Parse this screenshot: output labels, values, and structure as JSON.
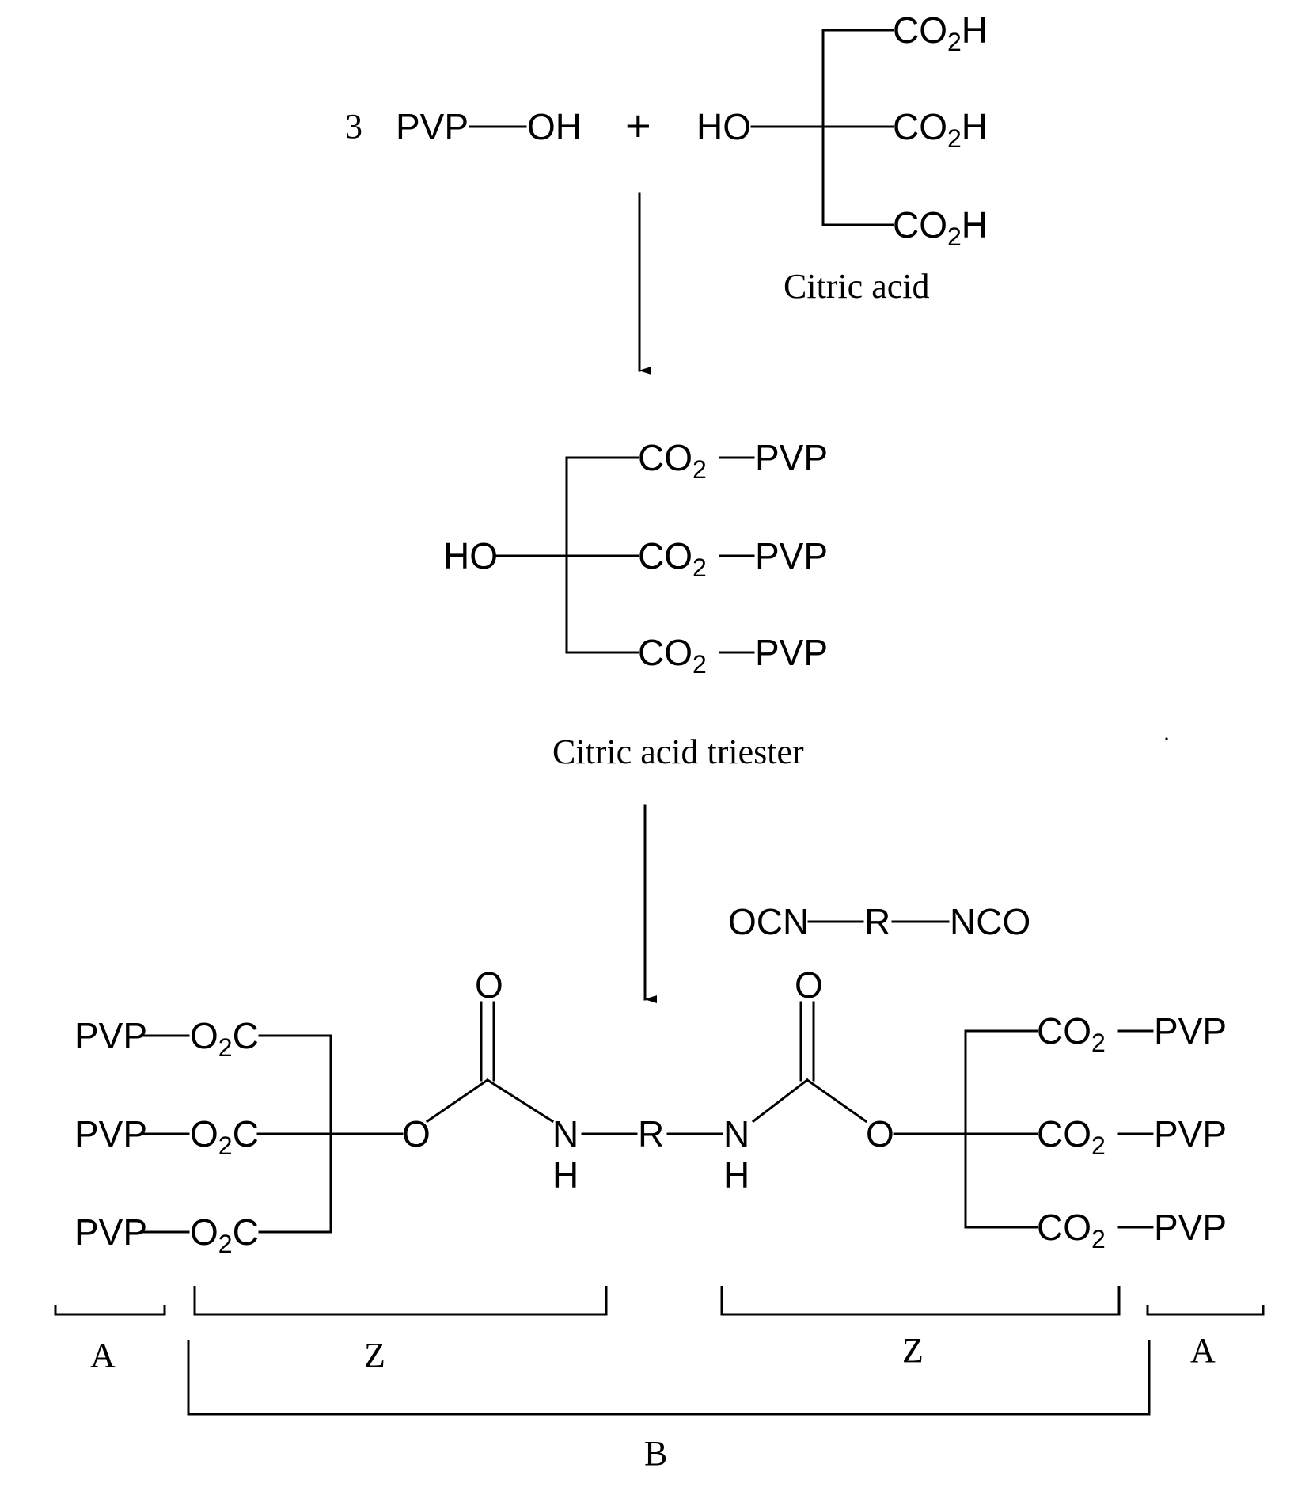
{
  "reactants": {
    "coefficient": "3",
    "pvp_oh": {
      "left": "PVP",
      "right": "OH"
    },
    "plus": "+",
    "citric_acid": {
      "hydroxyl": "HO",
      "carboxyl_top": "CO",
      "carboxyl_mid": "CO",
      "carboxyl_bot": "CO",
      "sub": "2",
      "h": "H",
      "caption": "Citric acid"
    }
  },
  "triester": {
    "hydroxyl": "HO",
    "ester_group": "CO",
    "sub": "2",
    "pvp": "PVP",
    "caption": "Citric acid triester"
  },
  "reagent": {
    "left": "OCN",
    "middle": "R",
    "right": "NCO"
  },
  "product": {
    "left_pvp": "PVP",
    "left_o": "O",
    "left_sub": "2",
    "left_c": "C",
    "carbonyl_o": "O",
    "ether_o": "O",
    "nitrogen": "N",
    "hydrogen": "H",
    "r_group": "R",
    "right_co": "CO",
    "right_sub": "2",
    "right_pvp": "PVP"
  },
  "brackets": {
    "a": "A",
    "z": "Z",
    "b": "B"
  }
}
